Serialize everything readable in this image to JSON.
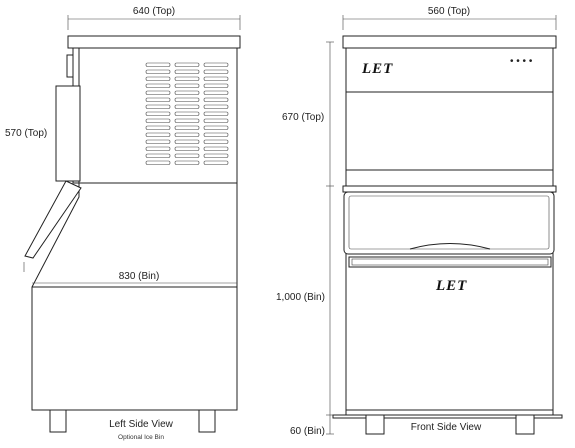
{
  "left_view": {
    "dim_top_width": "640 (Top)",
    "dim_top_height": "570 (Top)",
    "dim_bin_width": "830 (Bin)",
    "caption": "Left Side View",
    "subcaption": "Optional Ice Bin"
  },
  "front_view": {
    "dim_top_width": "560 (Top)",
    "dim_top_height": "670 (Top)",
    "dim_bin_height": "1,000 (Bin)",
    "dim_feet_height": "60 (Bin)",
    "caption": "Front Side View",
    "logo_top": "LET",
    "logo_bin": "LET",
    "panel_dots": "• • • •"
  }
}
